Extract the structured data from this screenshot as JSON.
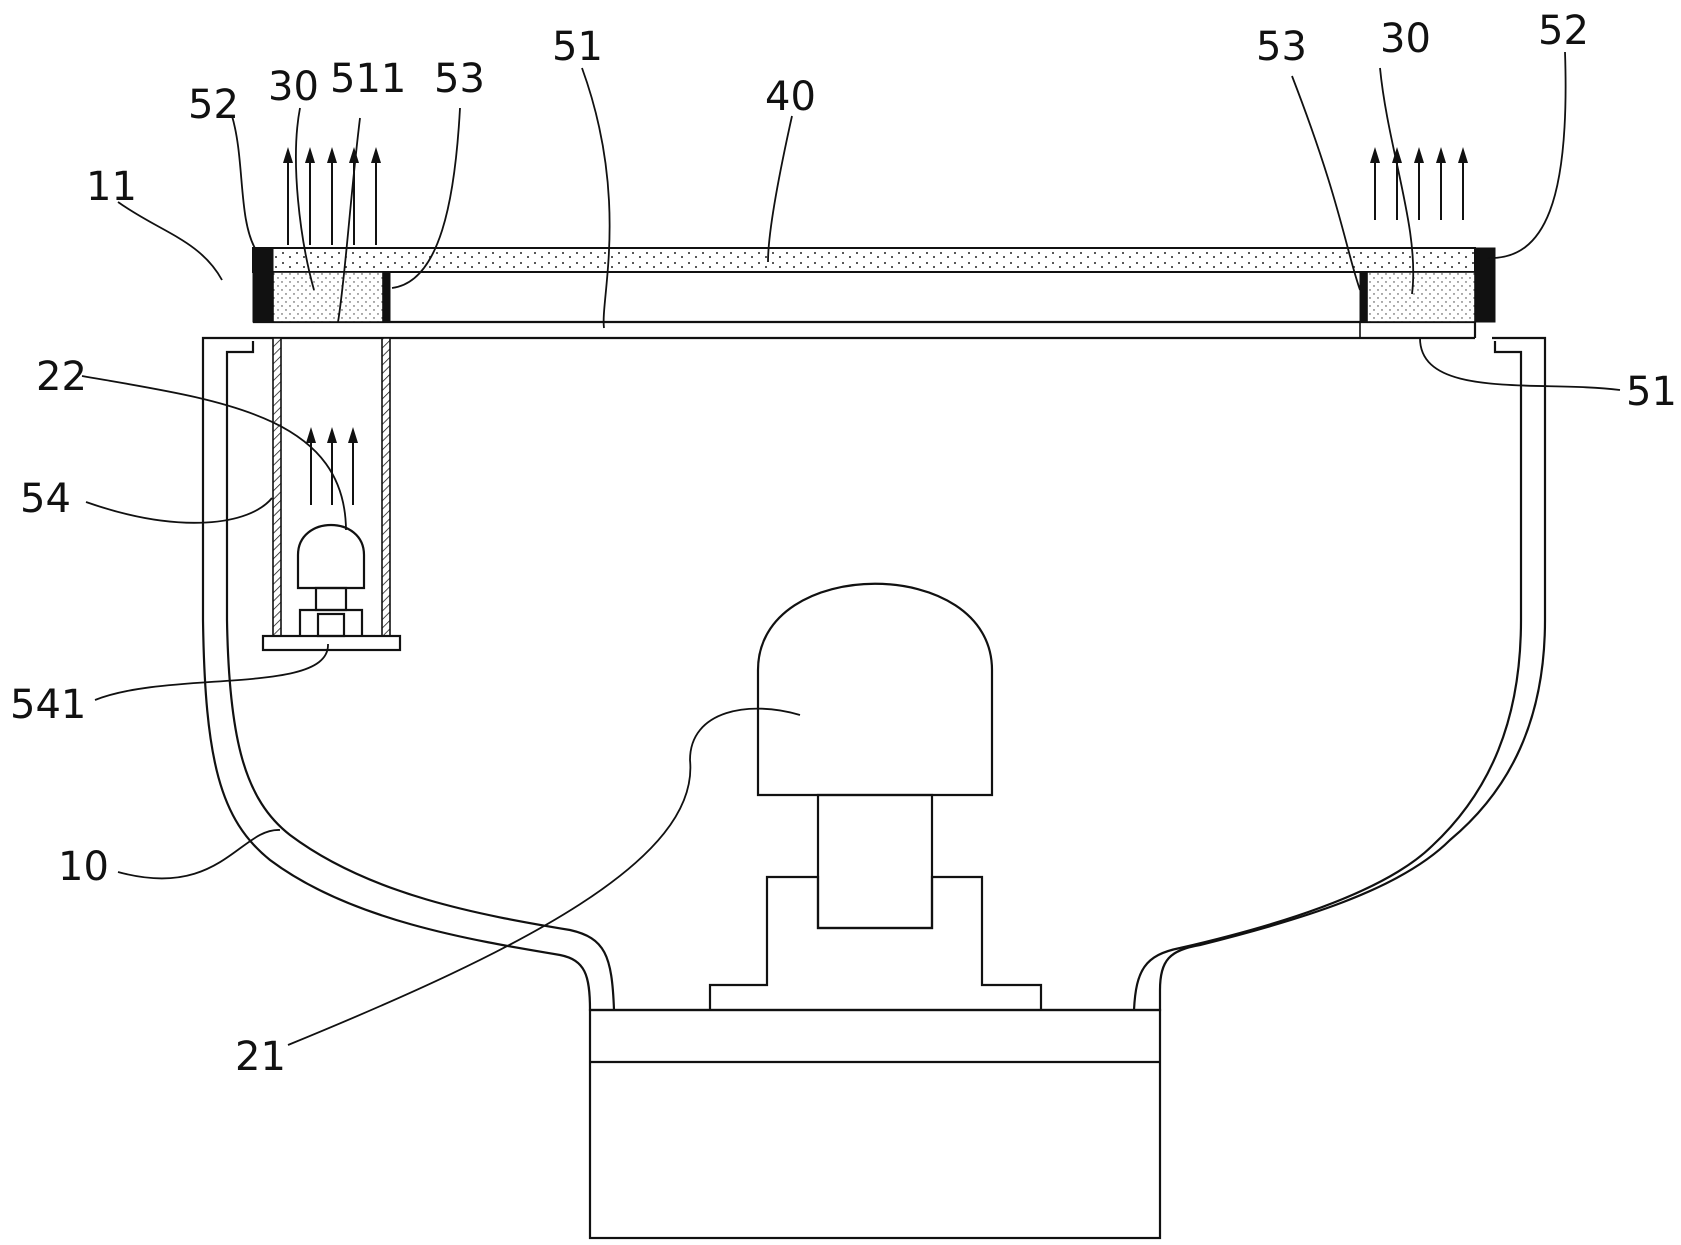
{
  "figure": {
    "labels": {
      "l11": "11",
      "l52_left": "52",
      "l30_left": "30",
      "l511": "511",
      "l53_left": "53",
      "l51_top": "51",
      "l40": "40",
      "l53_right": "53",
      "l30_right": "30",
      "l52_right": "52",
      "l51_right": "51",
      "l22": "22",
      "l54": "54",
      "l541": "541",
      "l10": "10",
      "l21": "21"
    }
  }
}
